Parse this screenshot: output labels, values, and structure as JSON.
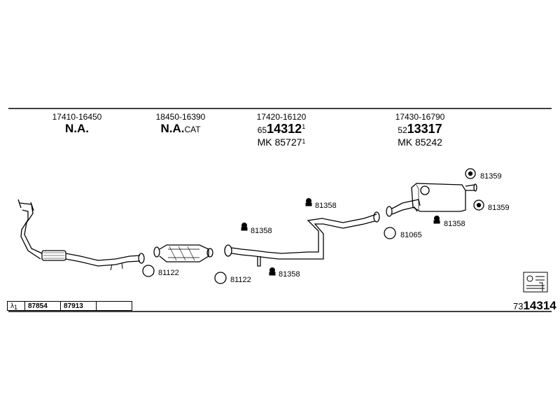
{
  "sections": [
    {
      "range": "17410-16450",
      "title": "N.A.",
      "suffix": ""
    },
    {
      "range": "18450-16390",
      "title": "N.A.",
      "suffix": "CAT"
    },
    {
      "range": "17420-16120",
      "code_prefix": "65",
      "code_main": "14312",
      "code_sup": "1",
      "ref": "MK 85727",
      "ref_sup": "1"
    },
    {
      "range": "17430-16790",
      "code_prefix": "52",
      "code_main": "13317",
      "ref": "MK 85242"
    }
  ],
  "part_labels": {
    "p81122a": "81122",
    "p81122b": "81122",
    "p81358a": "81358",
    "p81358b": "81358",
    "p81358c": "81358",
    "p81358d": "81358",
    "p81065": "81065",
    "p81359a": "81359",
    "p81359b": "81359"
  },
  "legend": {
    "symbol": "λ",
    "sup": "1",
    "cells": [
      "87854",
      "87913",
      ""
    ]
  },
  "diagram_code": {
    "prefix": "73",
    "main": "14314"
  }
}
